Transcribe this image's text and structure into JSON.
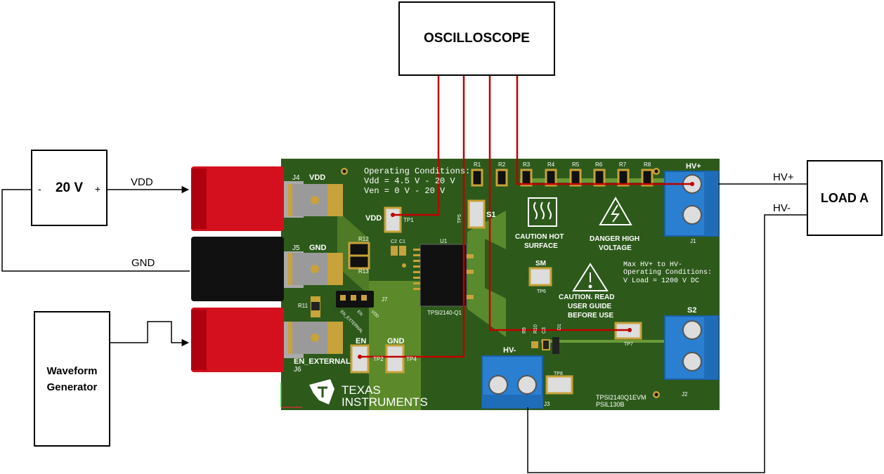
{
  "boxes": {
    "oscilloscope": "OSCILLOSCOPE",
    "supply_voltage": "20 V",
    "supply_minus": "-",
    "supply_plus": "+",
    "load": "LOAD A",
    "waveform_line1": "Waveform",
    "waveform_line2": "Generator"
  },
  "wires": {
    "vdd": "VDD",
    "gnd": "GND",
    "hv_plus": "HV+",
    "hv_minus": "HV-"
  },
  "board": {
    "operating_line1": "Operating Conditions:",
    "operating_line2": "Vdd = 4.5 V - 20 V",
    "operating_line3": "Ven = 0 V - 20 V",
    "j4": "J4",
    "j4_label": "VDD",
    "j5": "J5",
    "j5_label": "GND",
    "j6": "J6",
    "j6_label": "EN_EXTERNAL",
    "j7": "J7",
    "j1": "J1",
    "j2": "J2",
    "j3": "J3",
    "hv_plus": "HV+",
    "hv_minus": "HV-",
    "s1": "S1",
    "s2": "S2",
    "sm": "SM",
    "tp1": "TP1",
    "tp2": "TP2",
    "tp4": "TP4",
    "tp5": "TP5",
    "tp6": "TP6",
    "tp7": "TP7",
    "tp8": "TP8",
    "vdd_tp": "VDD",
    "en_tp": "EN",
    "gnd_tp": "GND",
    "u1": "U1",
    "chip_name": "TPSI2140-Q1",
    "r1": "R1",
    "r2": "R2",
    "r3": "R3",
    "r4": "R4",
    "r5": "R5",
    "r6": "R6",
    "r7": "R7",
    "r8": "R8",
    "r9": "R9",
    "r10": "R10",
    "r11": "R11",
    "r12": "R12",
    "r13": "R13",
    "c1": "C1",
    "c2": "C2",
    "c3": "C3",
    "d1": "D1",
    "j7_en_ext": "EN_EXTERNAL",
    "j7_en": "EN",
    "j7_vdd": "VDD",
    "caution_hot_1": "CAUTION HOT",
    "caution_hot_2": "SURFACE",
    "danger_1": "DANGER HIGH",
    "danger_2": "VOLTAGE",
    "caution_read_1": "CAUTION.  READ",
    "caution_read_2": "USER GUIDE",
    "caution_read_3": "BEFORE USE",
    "max_hv_1": "Max HV+ to HV-",
    "max_hv_2": "Operating Conditions:",
    "max_hv_3": "V Load = 1200 V DC",
    "ti_1": "TEXAS",
    "ti_2": "INSTRUMENTS",
    "evm_1": "TPSI2140Q1EVM",
    "evm_2": "PSIL130B"
  },
  "colors": {
    "pcb": "#2d5a1b",
    "pad": "#c8a23a",
    "probe_wire": "#c00000",
    "jack_red": "#d4101e",
    "jack_black": "#111111",
    "terminal_blue": "#2a7fd0"
  }
}
